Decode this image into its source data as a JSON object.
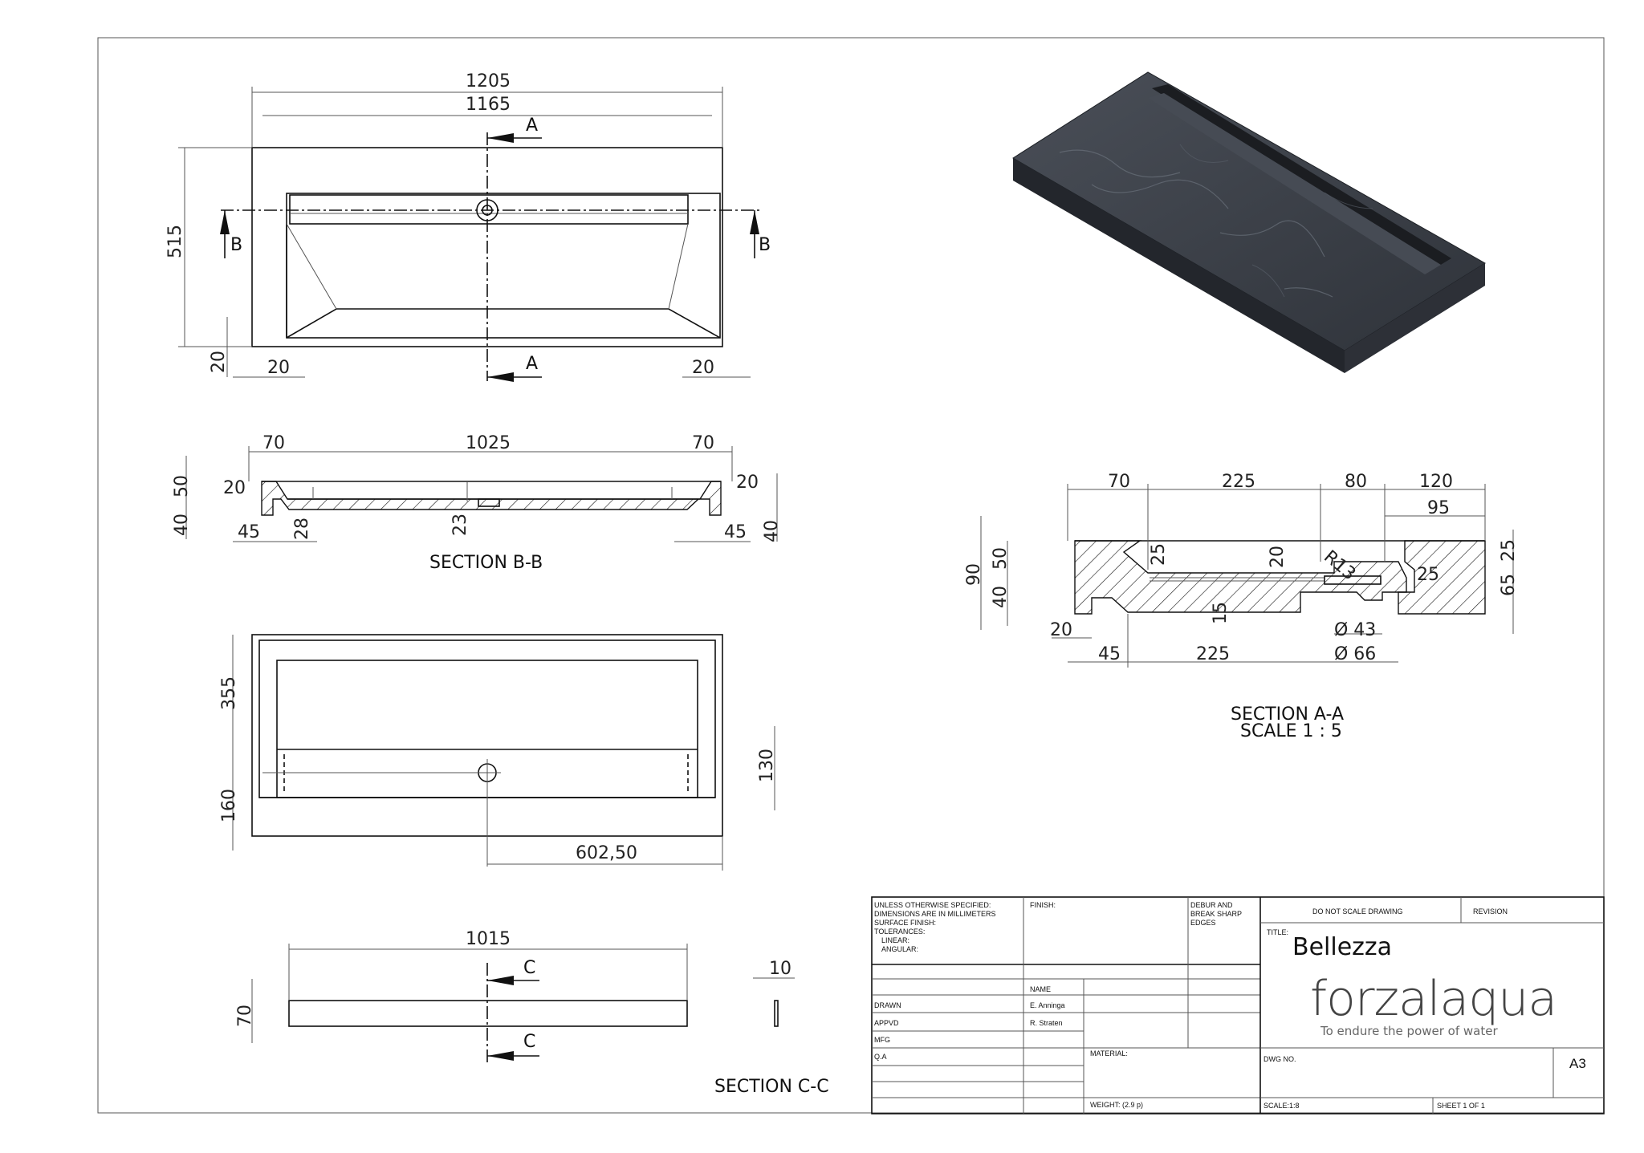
{
  "top_view": {
    "dims": {
      "overall_width": "1205",
      "inner_width": "1165",
      "height": "515",
      "offset_bottom": "20",
      "offset_left": "20",
      "offset_right": "20"
    },
    "section_markers": {
      "a": "A",
      "b": "B"
    }
  },
  "section_bb": {
    "title": "SECTION B-B",
    "dims": {
      "left_w": "70",
      "mid_w": "1025",
      "right_w": "70",
      "h50": "50",
      "h40_left": "40",
      "d20_left": "20",
      "d20_right": "20",
      "d45_left": "45",
      "d28": "28",
      "d23": "23",
      "d45_right": "45",
      "h40_right": "40"
    }
  },
  "bottom_view": {
    "dims": {
      "h355": "355",
      "h160": "160",
      "h130": "130",
      "w602": "602,50"
    }
  },
  "section_cc": {
    "title": "SECTION C-C",
    "dims": {
      "w1015": "1015",
      "h70": "70",
      "t10": "10"
    },
    "marker": "C"
  },
  "section_aa": {
    "title": "SECTION A-A",
    "scale": "SCALE 1 : 5",
    "dims": {
      "d70": "70",
      "d225_top": "225",
      "d80": "80",
      "d120": "120",
      "d95": "95",
      "d90": "90",
      "d50": "50",
      "d40": "40",
      "d25_a": "25",
      "d20_a": "20",
      "r13": "R13",
      "d25_right": "25",
      "d25_inner": "25",
      "d65": "65",
      "d15": "15",
      "d20_b": "20",
      "d45": "45",
      "d225_bottom": "225",
      "dia43": "Ø 43",
      "dia66": "Ø 66"
    }
  },
  "title_block": {
    "unless": "UNLESS OTHERWISE SPECIFIED:",
    "dimensions": "DIMENSIONS ARE IN MILLIMETERS",
    "surface": "SURFACE FINISH:",
    "tolerances": "TOLERANCES:",
    "linear": "LINEAR:",
    "angular": "ANGULAR:",
    "finish": "FINISH:",
    "debur": "DEBUR AND",
    "break_sharp": "BREAK SHARP",
    "edges": "EDGES",
    "do_not_scale": "DO NOT SCALE DRAWING",
    "revision": "REVISION",
    "title_label": "TITLE:",
    "title_value": "Bellezza",
    "name_label": "NAME",
    "drawn": "DRAWN",
    "drawn_name": "E. Anninga",
    "appvd": "APPVD",
    "appvd_name": "R. Straten",
    "mfg": "MFG",
    "qa": "Q.A",
    "material": "MATERIAL:",
    "weight": "WEIGHT: (2.9 p)",
    "dwg_no": "DWG NO.",
    "size": "A3",
    "scale": "SCALE:1:8",
    "sheet": "SHEET 1 OF 1",
    "brand": "forzalaqua",
    "tagline": "To endure the power of water"
  },
  "colors": {
    "stone": "#3b3f47",
    "stone_dark": "#23262c",
    "stone_light": "#5b6068"
  }
}
